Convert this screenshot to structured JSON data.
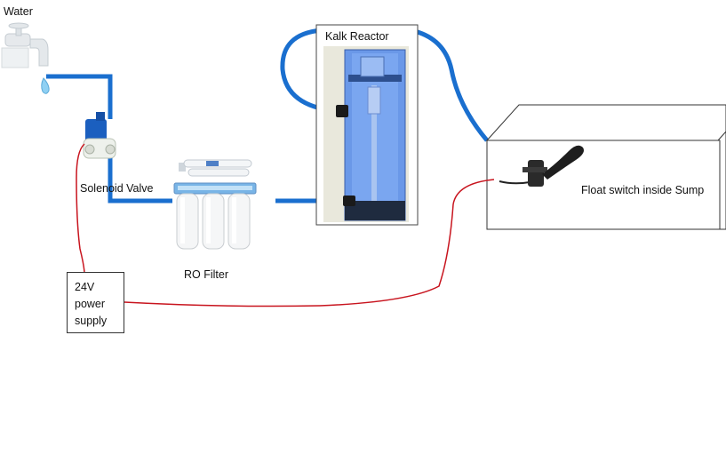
{
  "labels": {
    "water": "Water",
    "solenoid_valve": "Solenoid Valve",
    "ro_filter": "RO Filter",
    "kalk_reactor": "Kalk Reactor",
    "float_switch": "Float switch inside Sump",
    "psu_line1": "24V",
    "psu_line2": "power",
    "psu_line3": "supply"
  },
  "colors": {
    "water_tube": "#1a6fcf",
    "wire": "#c8141e",
    "reactor_body": "#5b8fe3",
    "background": "#ffffff"
  }
}
